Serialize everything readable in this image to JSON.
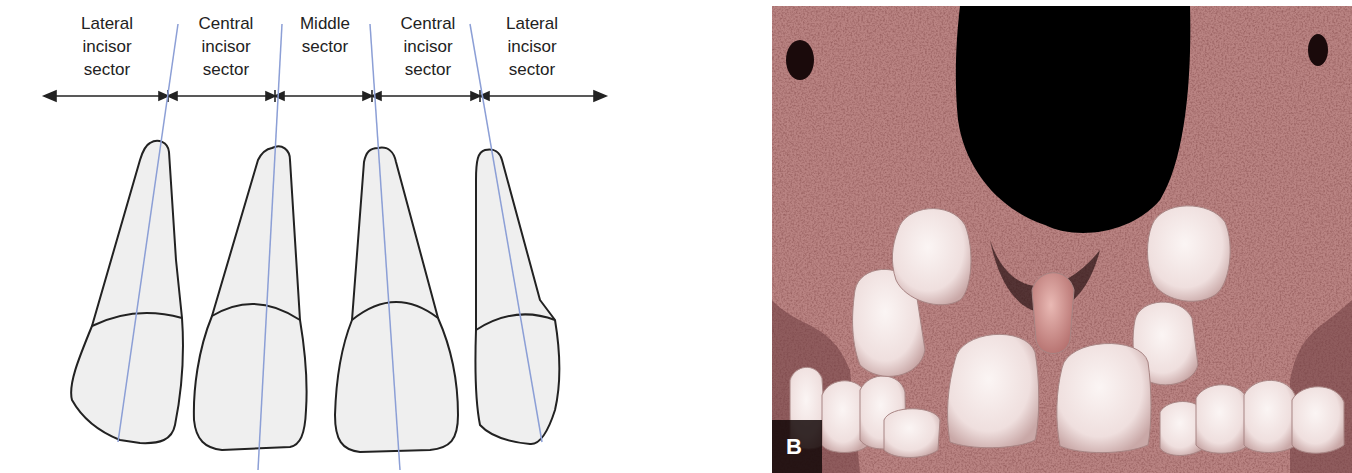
{
  "diagram": {
    "labels": [
      "Lateral incisor sector",
      "Central incisor sector",
      "Middle sector",
      "Central incisor sector",
      "Lateral incisor sector",
      "B"
    ]
  }
}
